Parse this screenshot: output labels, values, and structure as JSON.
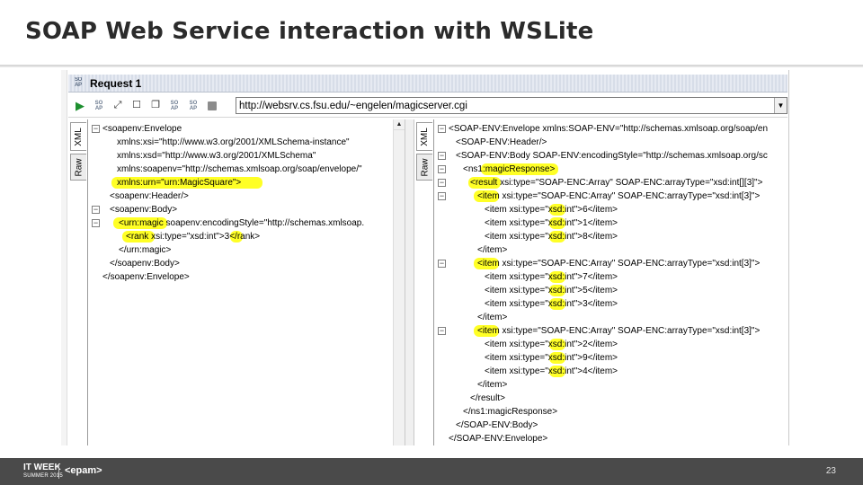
{
  "slide": {
    "title": "SOAP Web Service interaction with WSLite",
    "page_number": "23",
    "footer_logo_main": "IT WEEK",
    "footer_logo_sub": "SUMMER 2015",
    "footer_brand": "<epam>"
  },
  "window": {
    "title": "Request 1",
    "badge": "SO AP"
  },
  "toolbar": {
    "url": "http://websrv.cs.fsu.edu/~engelen/magicserver.cgi",
    "icons": [
      "play-icon",
      "soap-icon",
      "expand-icon",
      "square-icon",
      "copy-icon",
      "soap-icon",
      "soap-icon",
      "stop-icon"
    ]
  },
  "tabs": {
    "xml": "XML",
    "raw": "Raw"
  },
  "colors": {
    "highlight": "#ffff00",
    "tag": "#000000",
    "attr_value": "#8b0000"
  },
  "request_lines": [
    "<soapenv:Envelope",
    "xmlns:xsi=\"http://www.w3.org/2001/XMLSchema-instance\"",
    "xmlns:xsd=\"http://www.w3.org/2001/XMLSchema\"",
    "xmlns:soapenv=\"http://schemas.xmlsoap.org/soap/envelope/\"",
    "xmlns:urn=\"urn:MagicSquare\">",
    "<soapenv:Header/>",
    "<soapenv:Body>",
    "<urn:magic soapenv:encodingStyle=\"http://schemas.xmlsoap.",
    "<rank xsi:type=\"xsd:int\">3</rank>",
    "</urn:magic>",
    "</soapenv:Body>",
    "</soapenv:Envelope>"
  ],
  "response_lines": [
    "<SOAP-ENV:Envelope xmlns:SOAP-ENV=\"http://schemas.xmlsoap.org/soap/en",
    "<SOAP-ENV:Header/>",
    "<SOAP-ENV:Body SOAP-ENV:encodingStyle=\"http://schemas.xmlsoap.org/sc",
    "<ns1:magicResponse>",
    "<result xsi:type=\"SOAP-ENC:Array\" SOAP-ENC:arrayType=\"xsd:int[][3]\">",
    "<item xsi:type=\"SOAP-ENC:Array\" SOAP-ENC:arrayType=\"xsd:int[3]\">",
    "<item xsi:type=\"xsd:int\">6</item>",
    "<item xsi:type=\"xsd:int\">1</item>",
    "<item xsi:type=\"xsd:int\">8</item>",
    "</item>",
    "<item xsi:type=\"SOAP-ENC:Array\" SOAP-ENC:arrayType=\"xsd:int[3]\">",
    "<item xsi:type=\"xsd:int\">7</item>",
    "<item xsi:type=\"xsd:int\">5</item>",
    "<item xsi:type=\"xsd:int\">3</item>",
    "</item>",
    "<item xsi:type=\"SOAP-ENC:Array\" SOAP-ENC:arrayType=\"xsd:int[3]\">",
    "<item xsi:type=\"xsd:int\">2</item>",
    "<item xsi:type=\"xsd:int\">9</item>",
    "<item xsi:type=\"xsd:int\">4</item>",
    "</item>",
    "</result>",
    "</ns1:magicResponse>",
    "</SOAP-ENV:Body>",
    "</SOAP-ENV:Envelope>"
  ]
}
